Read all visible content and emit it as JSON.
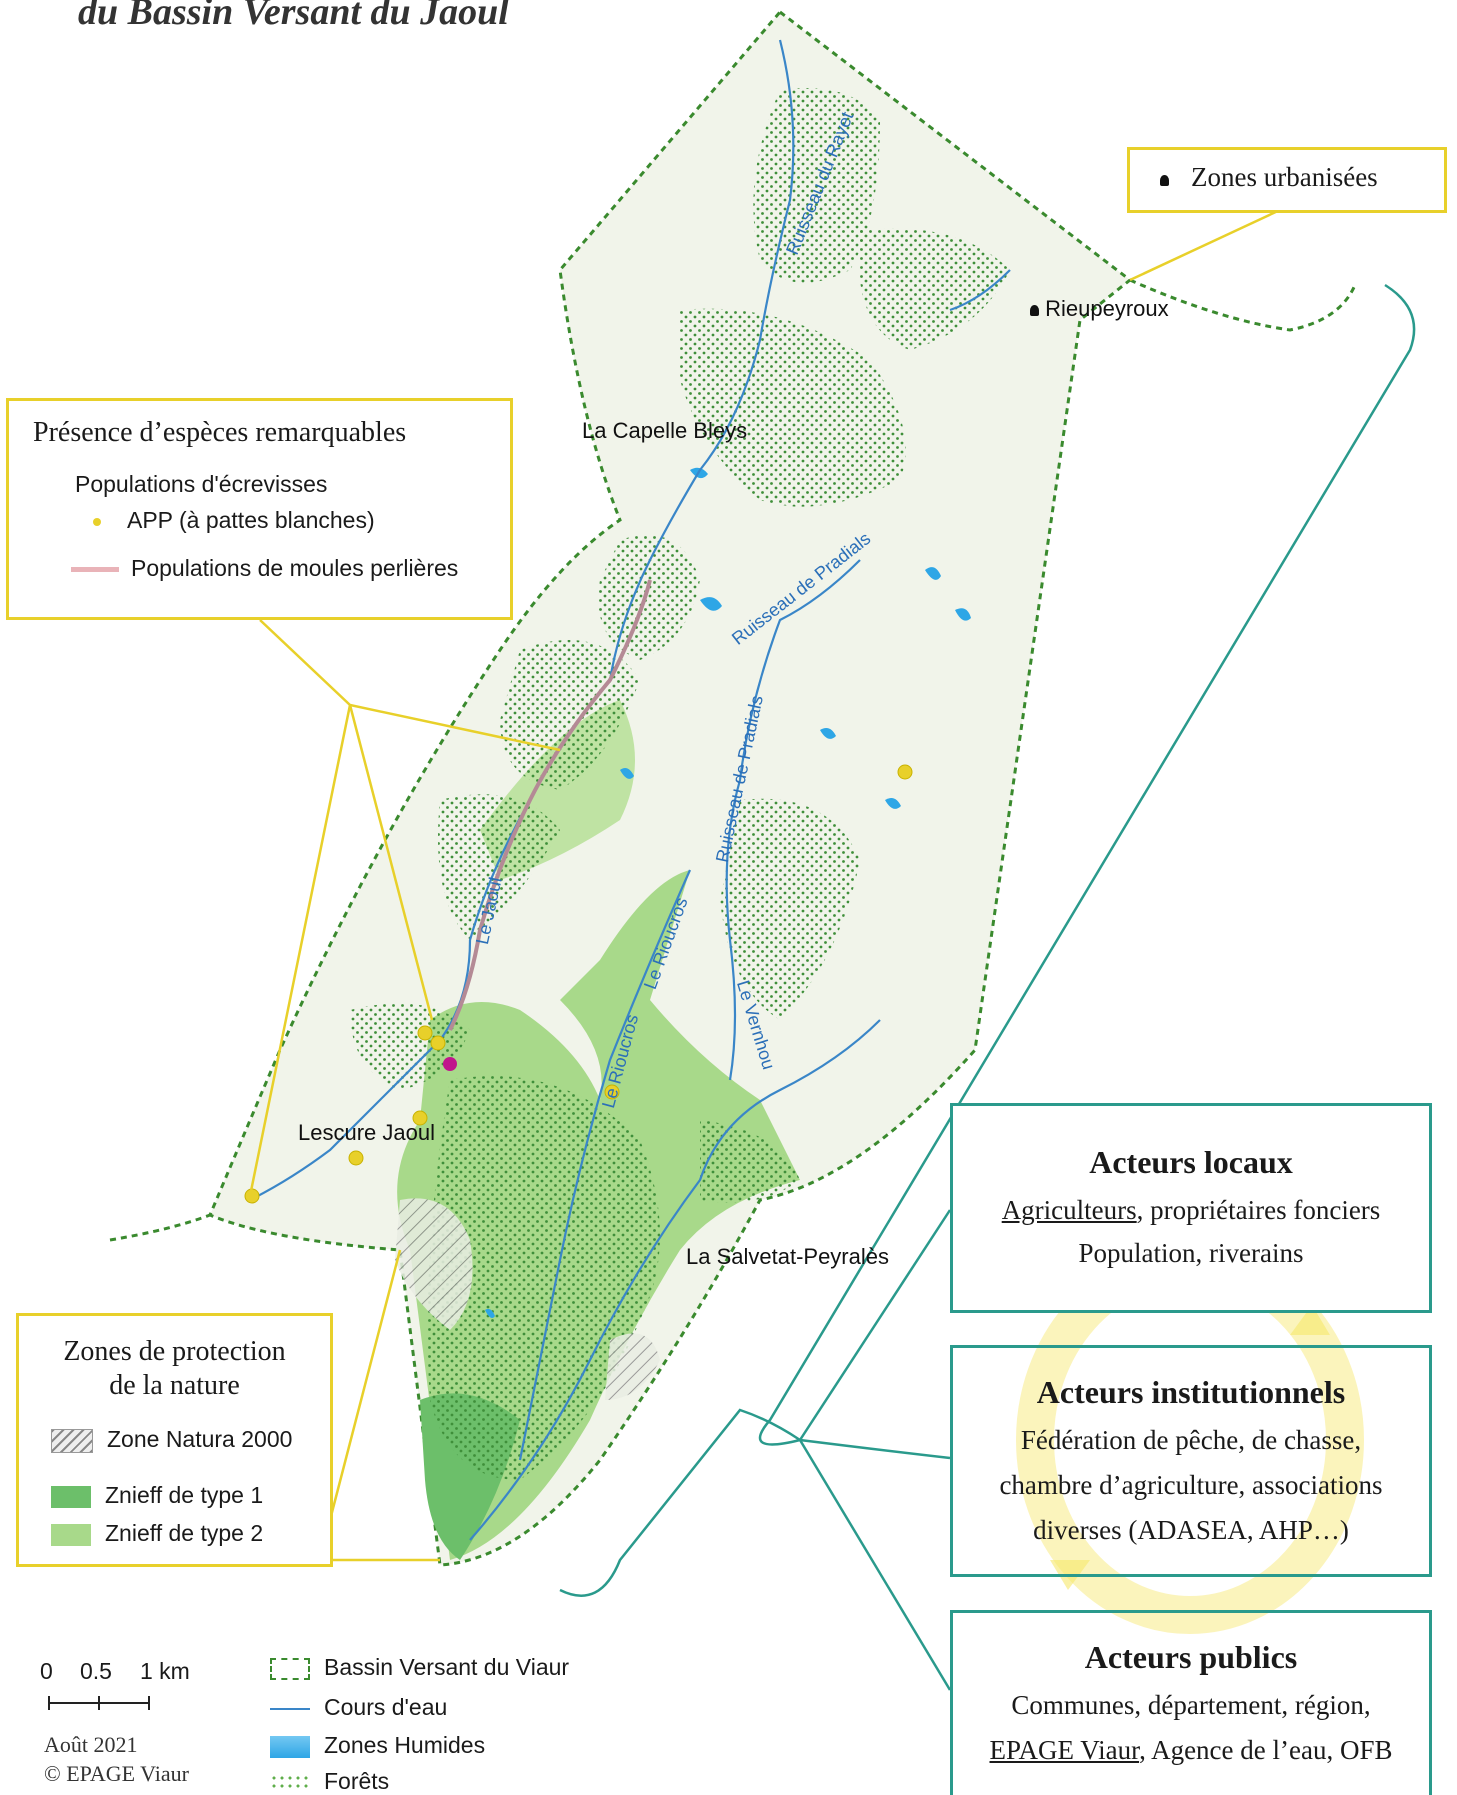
{
  "title_fragment": "du Bassin Versant du Jaoul",
  "towns": {
    "rieupeyroux": "Rieupeyroux",
    "capelle": "La Capelle Bleys",
    "lescure": "Lescure Jaoul",
    "salvetat": "La Salvetat-Peyralès"
  },
  "rivers": {
    "rayet": "Ruisseau du Rayet",
    "pradials1": "Ruisseau de Pradials",
    "pradials2": "Ruisseau de Pradials",
    "jaoul": "Le Jaoul",
    "rioucros1": "Le Rioucros",
    "rioucros2": "Le Rioucros",
    "vernhou": "Le Vernhou"
  },
  "urban_box": {
    "label": "Zones urbanisées"
  },
  "species_box": {
    "title": "Présence d’espèces remarquables",
    "subtitle": "Populations d'écrevisses",
    "app": "APP (à pattes blanches)",
    "mussels": "Populations de moules perlières"
  },
  "protection_box": {
    "title_line1": "Zones de protection",
    "title_line2": "de la nature",
    "natura": "Zone Natura 2000",
    "znieff1": "Znieff de type 1",
    "znieff2": "Znieff de type 2"
  },
  "scale": {
    "l0": "0",
    "l1": "0.5",
    "l2": "1 km"
  },
  "credits": {
    "date": "Août 2021",
    "copyright": "© EPAGE Viaur"
  },
  "legend": {
    "bassin": "Bassin Versant du Viaur",
    "cours": "Cours d'eau",
    "humides": "Zones Humides",
    "forets": "Forêts"
  },
  "actors": {
    "local": {
      "title": "Acteurs locaux",
      "line1_u": "Agriculteurs",
      "line1_rest": ", propriétaires fonciers",
      "line2": "Population, riverains"
    },
    "institutional": {
      "title": "Acteurs institutionnels",
      "line1": "Fédération de pêche, de chasse,",
      "line2": "chambre d’agriculture, associations",
      "line3": "diverses (ADASEA, AHP…)"
    },
    "public": {
      "title": "Acteurs publics",
      "line1": "Communes, département, région,",
      "line2_u": "EPAGE Viaur",
      "line2_rest": ",  Agence de l’eau, OFB"
    }
  },
  "colors": {
    "basin_fill": "#f1f4ea",
    "forest": "#5fae4a",
    "znieff1": "#6cbf6a",
    "znieff2": "#a8d98a",
    "water": "#3a86c8",
    "wetland": "#2ea6e6",
    "mussel": "#b48a95",
    "crayfish": "#e8d02a",
    "frame_yellow": "#e8d02a",
    "frame_teal": "#2a9a8c"
  }
}
